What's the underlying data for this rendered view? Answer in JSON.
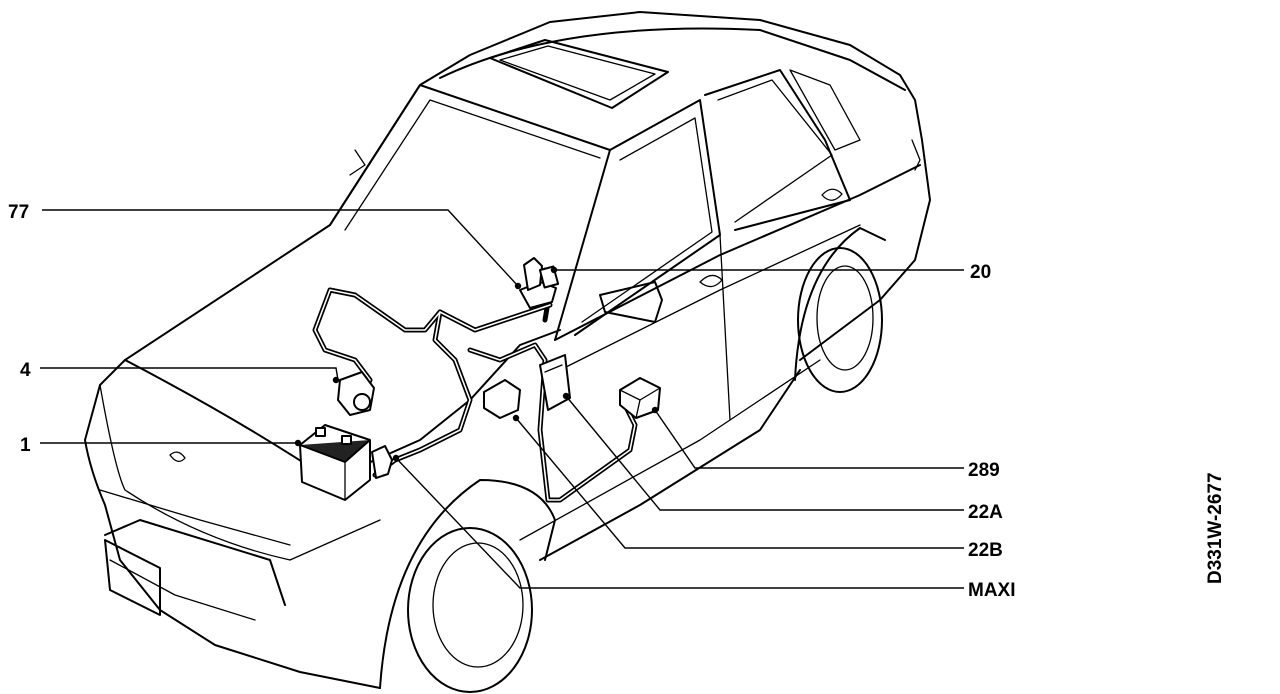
{
  "callouts": {
    "c77": "77",
    "c4": "4",
    "c1": "1",
    "c20": "20",
    "c289": "289",
    "c22a": "22A",
    "c22b": "22B",
    "cmaxi": "MAXI"
  },
  "figure_code": "D331W-2677"
}
